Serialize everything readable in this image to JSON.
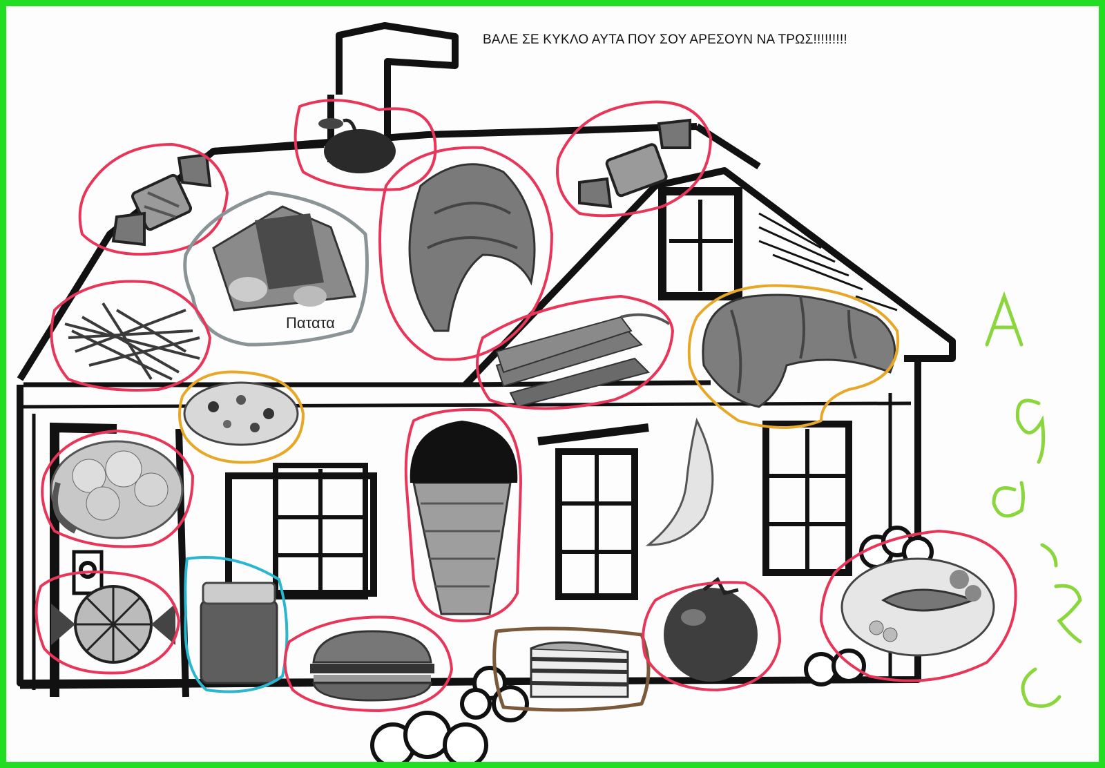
{
  "worksheet": {
    "instruction": "ΒΑΛΕ ΣΕ ΚΥΚΛΟ ΑΥΤΑ ΠΟΥ ΣΟΥ ΑΡΕΣΟΥΝ ΝΑ ΤΡΩΣ!!!!!!!!!",
    "patata_label": "Πατατα",
    "frame_color": "#22dd22"
  },
  "drawing": {
    "subject": "house-outline",
    "food_items": [
      "apple",
      "candy",
      "candy",
      "potato",
      "croissant",
      "green-beans",
      "carrots",
      "croissant",
      "salad",
      "cauliflower",
      "ice-cream",
      "banana",
      "peppermint-candy",
      "jam-jar",
      "burger",
      "cake",
      "tomato",
      "fish-plate"
    ],
    "circle_colors": {
      "red": "#e8365a",
      "gray": "#8a9496",
      "orange": "#e7a827",
      "blue": "#2bb6cf",
      "brown": "#7a5a3a"
    },
    "signature_color": "#8ad63c"
  }
}
